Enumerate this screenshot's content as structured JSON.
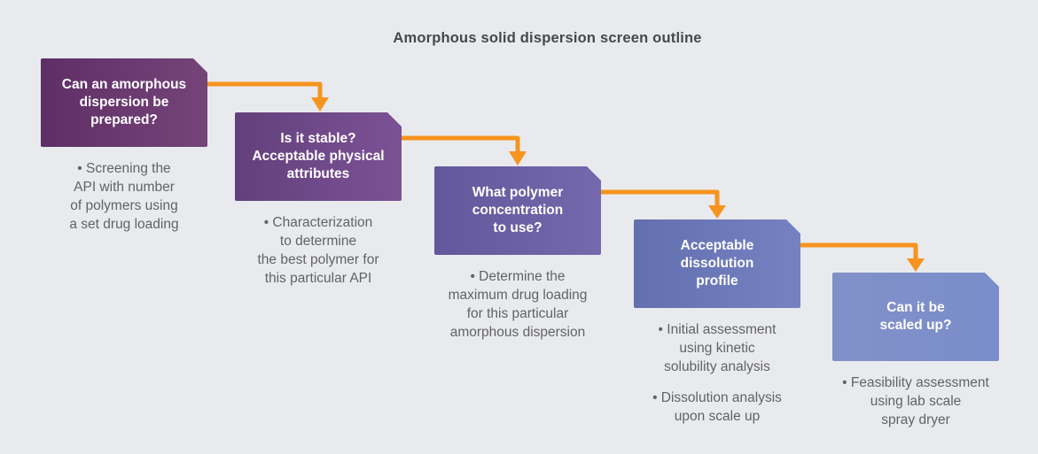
{
  "title": "Amorphous solid dispersion screen outline",
  "colors": {
    "background": "#e9eaee",
    "arrow": "#f6941f",
    "title_text": "#47484c",
    "note_text": "#626366",
    "label_text": "#ffffff"
  },
  "steps": [
    {
      "label": [
        "Can an amorphous",
        "dispersion be",
        "prepared?"
      ],
      "bullets": [
        [
          "• Screening the",
          "API with number",
          "of polymers using",
          "a set drug loading"
        ]
      ],
      "color_start": "#5e2e66",
      "color_end": "#744479"
    },
    {
      "label": [
        "Is it stable?",
        "Acceptable physical",
        "attributes"
      ],
      "bullets": [
        [
          "• Characterization",
          "to determine",
          "the best polymer for",
          "this particular API"
        ]
      ],
      "color_start": "#63407c",
      "color_end": "#7b5295"
    },
    {
      "label": [
        "What polymer",
        "concentration",
        "to use?"
      ],
      "bullets": [
        [
          "• Determine the",
          "maximum drug loading",
          "for this particular",
          "amorphous dispersion"
        ]
      ],
      "color_start": "#62589b",
      "color_end": "#7568ad"
    },
    {
      "label": [
        "Acceptable",
        "dissolution",
        "profile"
      ],
      "bullets": [
        [
          "• Initial assessment",
          "using kinetic",
          "solubility analysis"
        ],
        [
          "• Dissolution analysis",
          "upon scale up"
        ]
      ],
      "color_start": "#6270b0",
      "color_end": "#7681c1"
    },
    {
      "label": [
        "Can it be",
        "scaled up?"
      ],
      "bullets": [
        [
          "• Feasibility assessment",
          "using lab scale",
          "spray dryer"
        ]
      ],
      "color_start": "#8190c8",
      "color_end": "#7a8ecb"
    }
  ]
}
